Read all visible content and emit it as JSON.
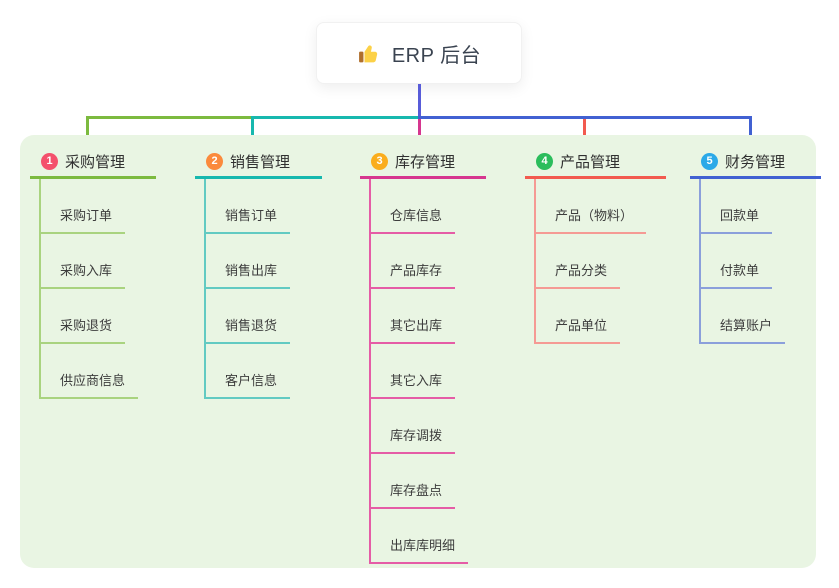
{
  "root": {
    "title": "ERP 后台",
    "icon": "thumbs-up-icon",
    "icon_colors": {
      "hand": "#fcd147",
      "cuff": "#b06f2c"
    }
  },
  "connector": {
    "trunk_color": "#585cd9"
  },
  "panel": {
    "background": "#e9f5e3"
  },
  "branches": [
    {
      "badge": "1",
      "label": "采购管理",
      "badge_color": "#f4516c",
      "line_color": "#7cba3f",
      "child_line_color": "#a9d37f",
      "children": [
        "采购订单",
        "采购入库",
        "采购退货",
        "供应商信息"
      ]
    },
    {
      "badge": "2",
      "label": "销售管理",
      "badge_color": "#fb8a3c",
      "line_color": "#17b8ae",
      "child_line_color": "#62cac2",
      "children": [
        "销售订单",
        "销售出库",
        "销售退货",
        "客户信息"
      ]
    },
    {
      "badge": "3",
      "label": "库存管理",
      "badge_color": "#faad1d",
      "line_color": "#d6368f",
      "child_line_color": "#e55ca6",
      "children": [
        "仓库信息",
        "产品库存",
        "其它出库",
        "其它入库",
        "库存调拨",
        "库存盘点",
        "出库库明细"
      ]
    },
    {
      "badge": "4",
      "label": "产品管理",
      "badge_color": "#2bbd5c",
      "line_color": "#f25a4f",
      "child_line_color": "#f59a94",
      "children": [
        "产品（物料）",
        "产品分类",
        "产品单位"
      ]
    },
    {
      "badge": "5",
      "label": "财务管理",
      "badge_color": "#2ba9e8",
      "line_color": "#4161d2",
      "child_line_color": "#8b9fdb",
      "children": [
        "回款单",
        "付款单",
        "结算账户"
      ]
    }
  ]
}
